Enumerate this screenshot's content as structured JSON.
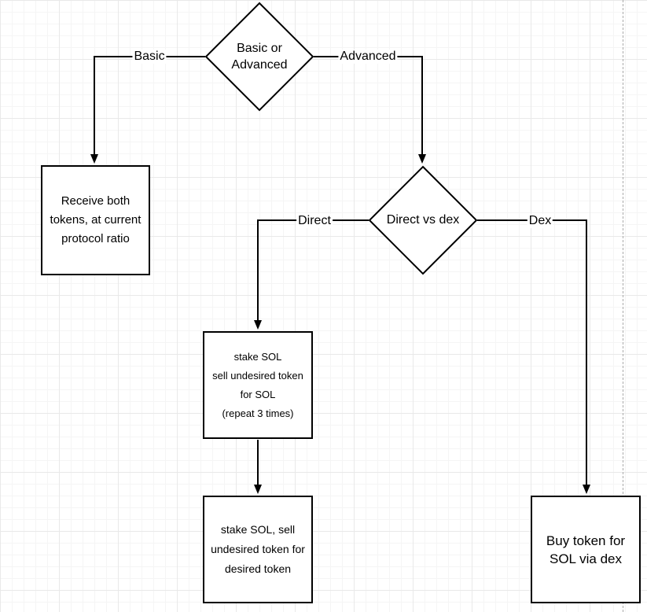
{
  "diagram": {
    "nodes": {
      "decision_basic_or_advanced": {
        "type": "decision",
        "line1": "Basic or",
        "line2": "Advanced"
      },
      "receive_tokens": {
        "type": "process",
        "line1": "Receive both",
        "line2": "tokens, at current",
        "line3": "protocol ratio"
      },
      "decision_direct_vs_dex": {
        "type": "decision",
        "label": "Direct vs dex"
      },
      "stake_sol_repeat": {
        "type": "process",
        "line1": "stake SOL",
        "line2": "sell undesired token",
        "line3": "for SOL",
        "line4": "(repeat 3 times)"
      },
      "stake_sol_desired": {
        "type": "process",
        "line1": "stake SOL, sell",
        "line2": "undesired token for",
        "line3": "desired token"
      },
      "buy_token_via_dex": {
        "type": "process",
        "line1": "Buy token for",
        "line2": "SOL via dex"
      }
    },
    "edge_labels": {
      "basic": "Basic",
      "advanced": "Advanced",
      "direct": "Direct",
      "dex": "Dex"
    },
    "colors": {
      "shape_stroke": "#000000",
      "shape_fill": "#ffffff",
      "grid_minor": "#f5f5f5",
      "grid_major": "#e9e9e9",
      "page_boundary_dash": "#ababab"
    }
  }
}
